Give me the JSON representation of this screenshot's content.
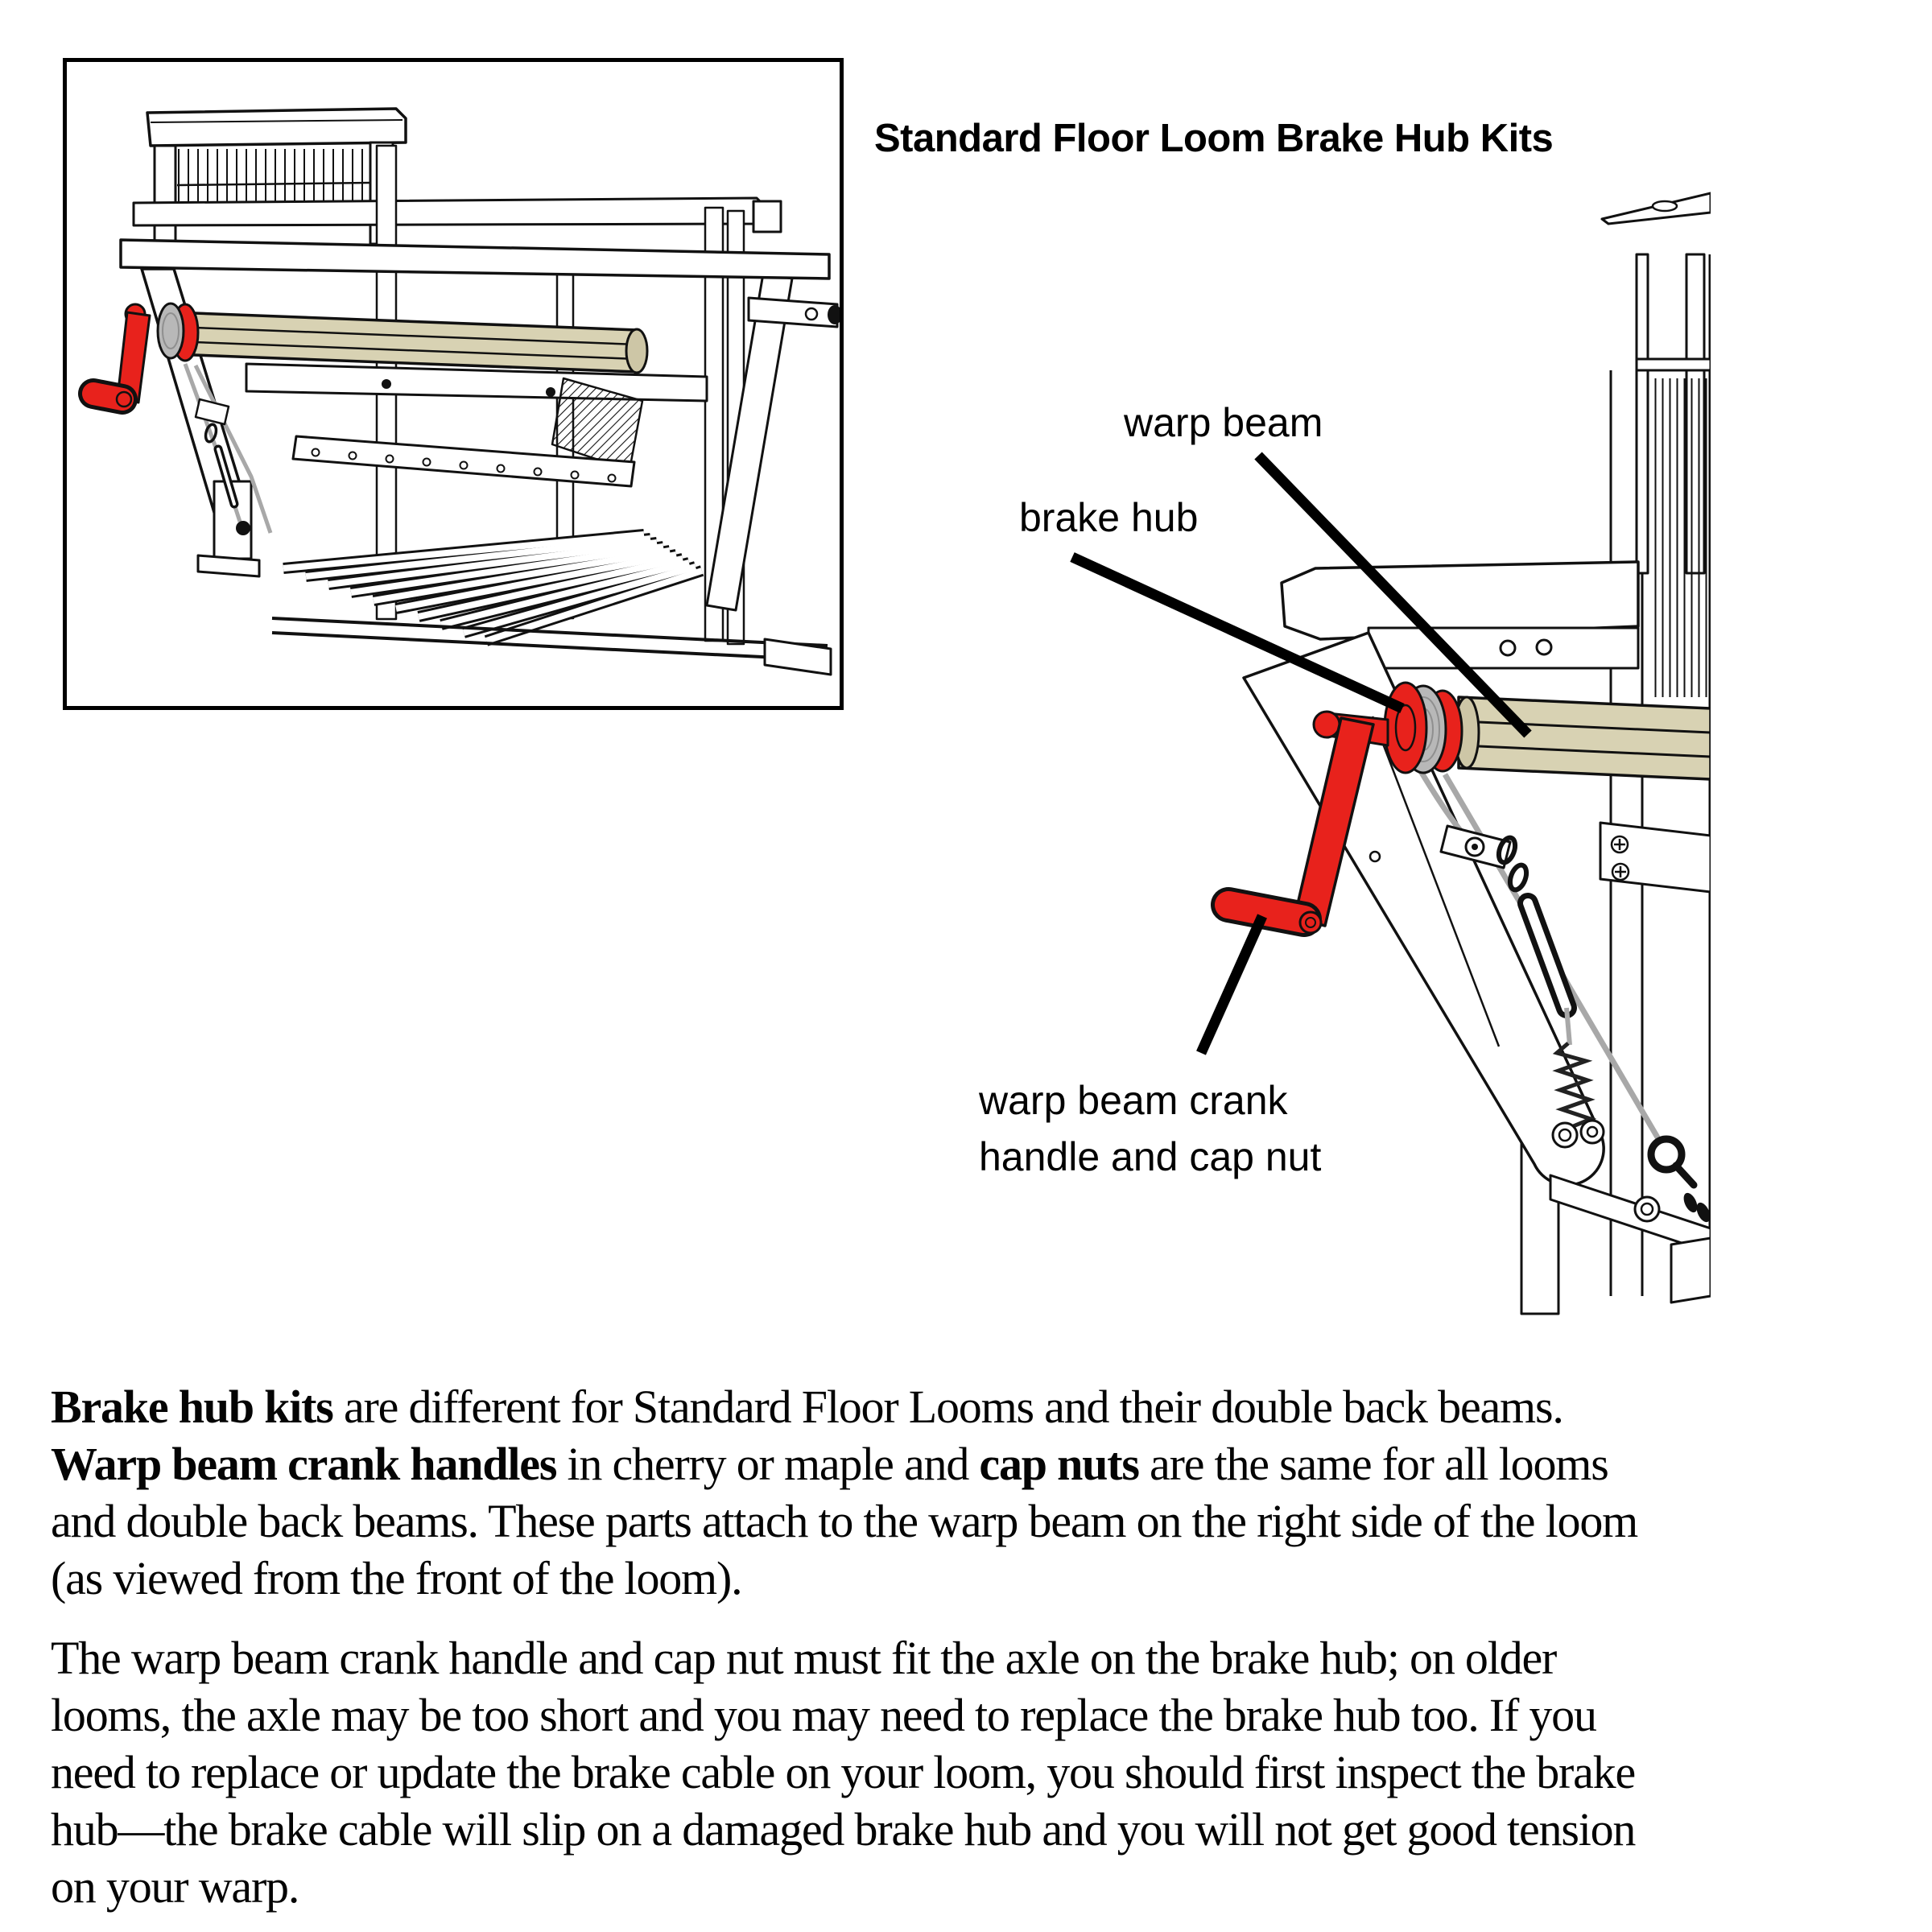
{
  "title": "Standard Floor Loom Brake Hub Kits",
  "diagram_labels": {
    "warp_beam": "warp beam",
    "brake_hub": "brake hub",
    "crank_line1": "warp beam crank",
    "crank_line2": "handle and cap nut"
  },
  "colors": {
    "crank_red": "#e8221c",
    "beam_tan": "#d8d2b3",
    "beam_end_tan": "#cdc6a6",
    "hub_gray": "#b8b8b8",
    "cable_gray": "#a8a8a8",
    "line_black": "#111111"
  },
  "body": {
    "p1l1": [
      "Brake hub kits",
      " are different for Standard Floor Looms and their double back beams."
    ],
    "p1l2": [
      "Warp beam crank handles",
      " in cherry or maple and ",
      "cap nuts",
      " are the same for all looms"
    ],
    "p1l3": "and double back beams. These parts attach to the warp beam on the right side of the loom",
    "p1l4": "(as viewed from the front of the loom).",
    "p2l1": "The warp beam crank handle and cap nut must fit the axle on the brake hub; on older",
    "p2l2": "looms, the axle may be too short and you may need to replace the brake hub too. If you",
    "p2l3": "need to replace or update the brake cable on your loom, you should first inspect the brake",
    "p2l4": "hub—the brake cable will slip on a damaged brake hub and you will not get good tension",
    "p2l5": "on your warp."
  }
}
